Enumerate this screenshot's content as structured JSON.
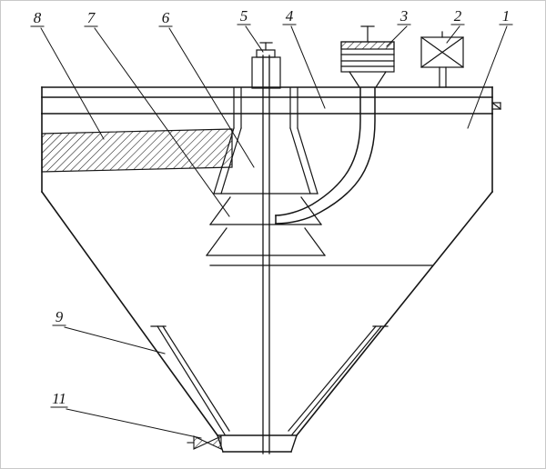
{
  "figure": {
    "background_color": "#ffffff",
    "line_color": "#151515",
    "callouts": [
      {
        "label": "8"
      },
      {
        "label": "7"
      },
      {
        "label": "6"
      },
      {
        "label": "5"
      },
      {
        "label": "4"
      },
      {
        "label": "3"
      },
      {
        "label": "2"
      },
      {
        "label": "1"
      },
      {
        "label": "9"
      },
      {
        "label": "11"
      }
    ]
  }
}
